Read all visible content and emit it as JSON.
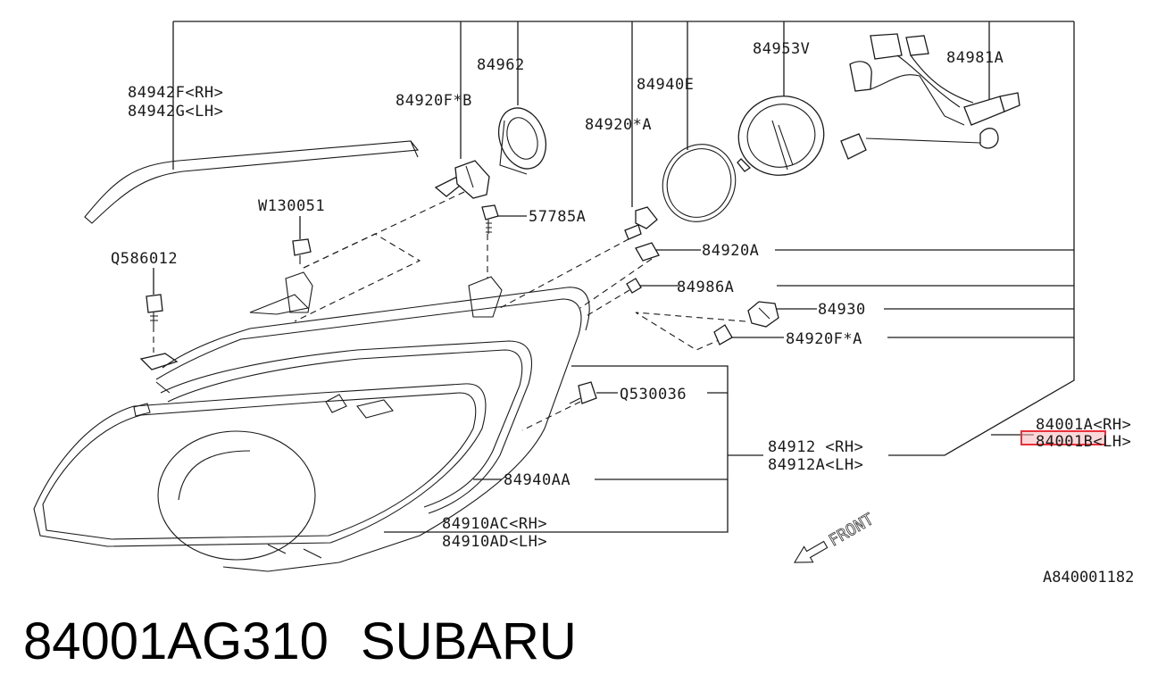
{
  "parts": {
    "p84942F": "84942F<RH>",
    "p84942G": "84942G<LH>",
    "p84962": "84962",
    "p84920FB": "84920F*B",
    "p84940E": "84940E",
    "p84953V": "84953V",
    "p84981A": "84981A",
    "p84920SA": "84920*A",
    "pW130051": "W130051",
    "p57785A": "57785A",
    "pQ586012": "Q586012",
    "p84920A": "84920A",
    "p84986A": "84986A",
    "p84930": "84930",
    "p84920FA": "84920F*A",
    "pQ530036": "Q530036",
    "p84001A": "84001A<RH>",
    "p84001B": "84001B<LH>",
    "p84912": "84912 <RH>",
    "p84912A": "84912A<LH>",
    "p84940AA": "84940AA",
    "p84910AC": "84910AC<RH>",
    "p84910AD": "84910AD<LH>"
  },
  "front_label": "FRONT",
  "drawing_ref": "A840001182",
  "caption": {
    "part_number": "84001AG310",
    "brand": "SUBARU"
  },
  "highlight_color": "#e8303a"
}
